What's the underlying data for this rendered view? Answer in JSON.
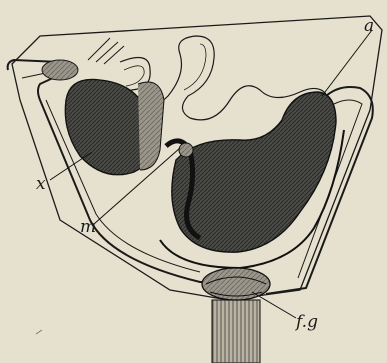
{
  "figure": {
    "labels": {
      "a": "a",
      "x": "x",
      "m": "m",
      "fg": "f.g"
    },
    "colors": {
      "paper": "#e6e1cf",
      "ink": "#1a1a1a",
      "dark_fill": "#3a3a3a",
      "mid_fill": "#6b6b66"
    }
  }
}
